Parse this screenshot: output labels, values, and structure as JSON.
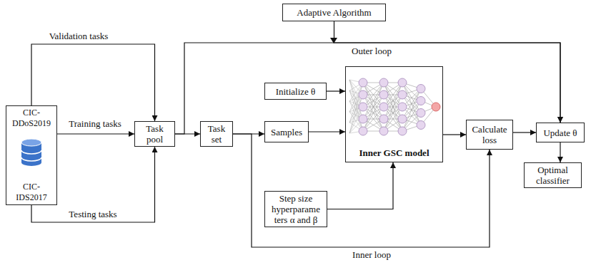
{
  "diagram": {
    "nodes": [
      {
        "text": [
          "Adaptive Algorithm"
        ]
      },
      {
        "text": [
          "CIC- DDoS2019",
          "CIC-IDS2017"
        ]
      },
      {
        "text": [
          "Task pool"
        ]
      },
      {
        "text": [
          "Task set"
        ]
      },
      {
        "text": [
          "Samples"
        ]
      },
      {
        "text": [
          "Initialize θ"
        ]
      },
      {
        "text": [
          "Inner GSC model"
        ]
      },
      {
        "text": [
          "Step size hyperparame ters α and β"
        ]
      },
      {
        "text": [
          "Calculate loss"
        ]
      },
      {
        "text": [
          "Update θ"
        ]
      },
      {
        "text": [
          "Optimal classifier"
        ]
      }
    ],
    "edges": [
      {
        "from": 1,
        "to": 2,
        "arrow": "to",
        "label": "Validation tasks"
      },
      {
        "from": 1,
        "to": 2,
        "arrow": "to",
        "label": "Training tasks"
      },
      {
        "from": 1,
        "to": 2,
        "arrow": "to",
        "label": "Testing tasks"
      },
      {
        "from": 2,
        "to": 3,
        "arrow": "to"
      },
      {
        "from": 2,
        "to": 9,
        "arrow": "to",
        "label": "Outer loop"
      },
      {
        "from": 0,
        "to": 9,
        "arrow": "to"
      },
      {
        "from": 3,
        "to": 4,
        "arrow": "to"
      },
      {
        "from": 4,
        "to": 6,
        "arrow": "to"
      },
      {
        "from": 5,
        "to": 6,
        "arrow": "to"
      },
      {
        "from": 7,
        "to": 6,
        "arrow": "to"
      },
      {
        "from": 6,
        "to": 8,
        "arrow": "to"
      },
      {
        "from": 8,
        "to": 9,
        "arrow": "to"
      },
      {
        "from": 9,
        "to": 10,
        "arrow": "to"
      },
      {
        "from": 3,
        "to": 8,
        "arrow": "to",
        "label": "Inner loop"
      }
    ]
  }
}
